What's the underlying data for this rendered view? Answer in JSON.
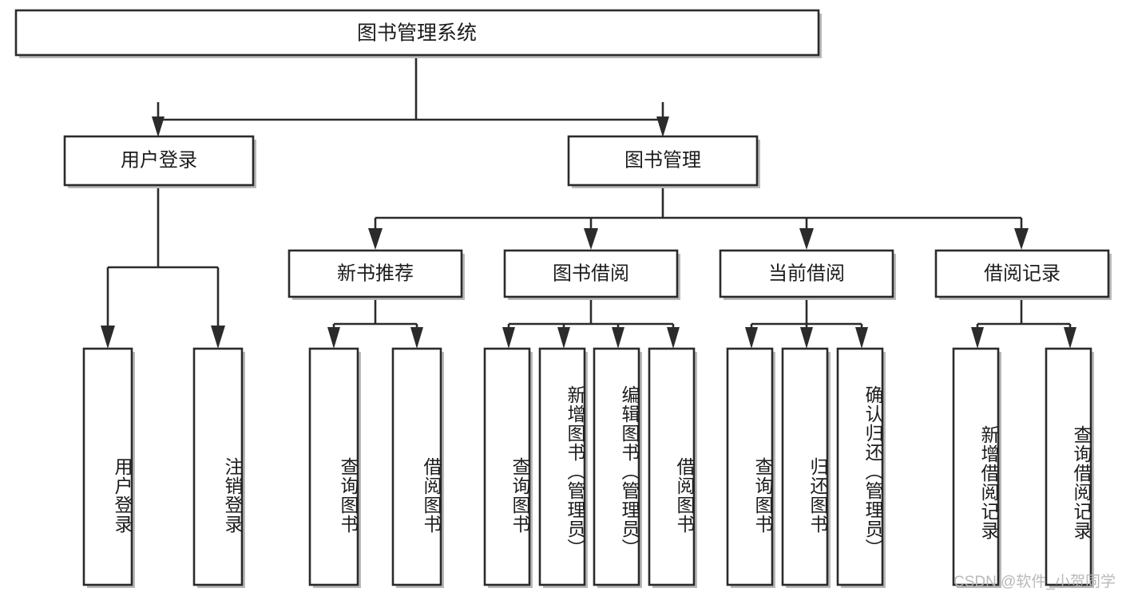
{
  "diagram": {
    "type": "tree",
    "title": "图书管理系统",
    "root": {
      "id": "root",
      "label": "图书管理系统",
      "orientation": "horizontal"
    },
    "level2": [
      {
        "id": "user-login",
        "label": "用户登录",
        "orientation": "horizontal"
      },
      {
        "id": "book-manage",
        "label": "图书管理",
        "orientation": "horizontal"
      }
    ],
    "level3": [
      {
        "id": "new-book-recommend",
        "label": "新书推荐",
        "parent": "book-manage",
        "orientation": "horizontal"
      },
      {
        "id": "book-borrow",
        "label": "图书借阅",
        "parent": "book-manage",
        "orientation": "horizontal"
      },
      {
        "id": "current-borrow",
        "label": "当前借阅",
        "parent": "book-manage",
        "orientation": "horizontal"
      },
      {
        "id": "borrow-record",
        "label": "借阅记录",
        "parent": "book-manage",
        "orientation": "horizontal"
      }
    ],
    "leaves": [
      {
        "id": "leaf-user-login",
        "label": "用户登录",
        "parent": "user-login",
        "orientation": "vertical"
      },
      {
        "id": "leaf-user-logout",
        "label": "注销登录",
        "parent": "user-login",
        "orientation": "vertical"
      },
      {
        "id": "leaf-query-book-1",
        "label": "查询图书",
        "parent": "new-book-recommend",
        "orientation": "vertical"
      },
      {
        "id": "leaf-borrow-book-1",
        "label": "借阅图书",
        "parent": "new-book-recommend",
        "orientation": "vertical"
      },
      {
        "id": "leaf-query-book-2",
        "label": "查询图书",
        "parent": "book-borrow",
        "orientation": "vertical"
      },
      {
        "id": "leaf-add-book",
        "label": "新增图书（管理员）",
        "parent": "book-borrow",
        "orientation": "vertical"
      },
      {
        "id": "leaf-edit-book",
        "label": "编辑图书（管理员）",
        "parent": "book-borrow",
        "orientation": "vertical"
      },
      {
        "id": "leaf-borrow-book-2",
        "label": "借阅图书",
        "parent": "book-borrow",
        "orientation": "vertical"
      },
      {
        "id": "leaf-query-book-3",
        "label": "查询图书",
        "parent": "current-borrow",
        "orientation": "vertical"
      },
      {
        "id": "leaf-return-book",
        "label": "归还图书",
        "parent": "current-borrow",
        "orientation": "vertical"
      },
      {
        "id": "leaf-confirm-return",
        "label": "确认归还（管理员）",
        "parent": "current-borrow",
        "orientation": "vertical"
      },
      {
        "id": "leaf-add-record",
        "label": "新增借阅记录",
        "parent": "borrow-record",
        "orientation": "vertical"
      },
      {
        "id": "leaf-query-record",
        "label": "查询借阅记录",
        "parent": "borrow-record",
        "orientation": "vertical"
      }
    ],
    "colors": {
      "box_fill": "#ffffff",
      "box_stroke": "#2b2b2b",
      "text": "#1c1c1c",
      "shadow": "#b9b9b9",
      "watermark": "#b4b4b4",
      "background": "#ffffff"
    }
  },
  "watermark": {
    "text": "CSDN @软件_小贺同学"
  }
}
